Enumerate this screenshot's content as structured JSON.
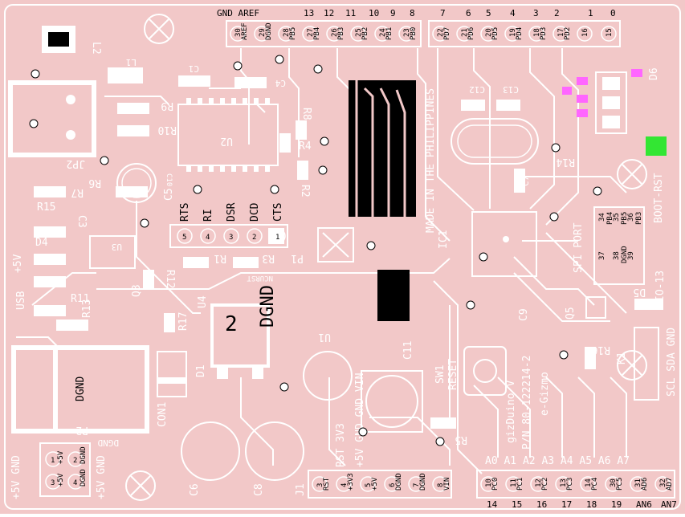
{
  "colors": {
    "board": "#f2c8c8",
    "silk": "#ffffff",
    "pin": "#000000",
    "accent_green": "#33e633",
    "accent_magenta": "#ff66ff",
    "via": "#b8b8b8"
  },
  "top_header_labels": [
    "GND AREF",
    "13",
    "12",
    "11",
    "10",
    "9",
    "8",
    "7",
    "6",
    "5",
    "4",
    "3",
    "2",
    "1",
    "0"
  ],
  "top_pins_left": [
    "30",
    "29",
    "28",
    "27",
    "26",
    "25",
    "24",
    "23"
  ],
  "top_pins_left_sub": [
    "AREF",
    "DGND",
    "PB5",
    "PB4",
    "PB3",
    "PB2",
    "PB1",
    "PB0"
  ],
  "top_pins_right": [
    "22",
    "21",
    "20",
    "19",
    "18",
    "17",
    "16",
    "15"
  ],
  "top_pins_right_sub": [
    "PD7",
    "PD6",
    "PD5",
    "PD4",
    "PD3",
    "PD2",
    "",
    ""
  ],
  "components": {
    "L2": "L2",
    "L1": "L1",
    "C1": "C1",
    "C4": "C4",
    "R9": "R9",
    "R10": "R10",
    "R8": "R8",
    "U2": "U2",
    "C12": "C12",
    "C13": "C13",
    "C7": "C7",
    "R14": "R14",
    "JP2": "JP2",
    "R7": "R7",
    "R6": "R6",
    "R15": "R15",
    "C3": "C3",
    "C10": "C10",
    "C5": "C5",
    "R4": "R4",
    "R2": "R2",
    "D4": "D4",
    "D2": "D2",
    "U3": "U3",
    "R12": "R12",
    "R11": "R11",
    "Q3": "Q3",
    "R13": "R13",
    "R17": "R17",
    "U4": "U4",
    "U1": "U1",
    "C11": "C11",
    "D1": "D1",
    "CON1": "CON1",
    "C6": "C6",
    "C8": "C8",
    "J1": "J1",
    "R5": "R5",
    "IC1": "IC1",
    "C9": "C9",
    "Q5": "Q5",
    "D5": "D5",
    "R16": "R16",
    "K1": "K1",
    "D6": "D6",
    "R1": "R1",
    "R3": "R3",
    "P1": "P1",
    "P2": "P2",
    "SW1": "SW1"
  },
  "labels": {
    "made_in": "MADE IN THE PHILIPPINES",
    "spi_port": "SPI PORT",
    "boot_rst": "BOOT-RST",
    "io13": "IO-13",
    "scl_sda_gnd": "SCL SDA GND",
    "reset": "RESET",
    "product": "gizDuino V",
    "pn": "P/N 80-122214-2",
    "brand": "e-Gizmo",
    "dgnd_big": "DGND",
    "two": "2",
    "usb": "USB",
    "plus5v": "+5V",
    "plus5v_gnd_a": "+5V GND",
    "plus5v_gnd_b": "+5V GND",
    "dgnd": "DGND",
    "ncurst": "NCURST",
    "pwr_side": "+5V  GND  GND  VIN",
    "rst_33": "RST  3V3",
    "analog": "A0  A1  A2  A3  A4  A5  A6  A7"
  },
  "ftdi_pins": [
    "RTS",
    "RI",
    "DSR",
    "DCD",
    "CTS"
  ],
  "ftdi_nums": [
    "5",
    "4",
    "3",
    "2",
    "1"
  ],
  "bottom_pins_power": [
    "3",
    "4",
    "5",
    "6",
    "7",
    "8"
  ],
  "bottom_pins_power_sub": [
    "RST",
    "+3V3",
    "+5V",
    "DGND",
    "DGND",
    "VIN"
  ],
  "bottom_pins_analog": [
    "10",
    "11",
    "12",
    "13",
    "14",
    "30",
    "31",
    "32"
  ],
  "bottom_pins_analog_sub": [
    "PC0",
    "PC1",
    "PC2",
    "PC3",
    "PC4",
    "PC5",
    "AD6",
    "AD7"
  ],
  "bottom_analog_names": [
    "14",
    "15",
    "16",
    "17",
    "18",
    "19",
    "AN6",
    "AN7"
  ],
  "spi_pins": [
    [
      "34",
      "PB4"
    ],
    [
      "35",
      "PB5"
    ],
    [
      "36",
      "PB3"
    ],
    [
      "37",
      ""
    ],
    [
      "38",
      "DGND"
    ],
    [
      "39",
      ""
    ]
  ],
  "p2_pins": [
    "1",
    "2",
    "3",
    "4"
  ],
  "p2_sub": [
    "+5V",
    "DGND",
    "+5V",
    "DGND"
  ]
}
